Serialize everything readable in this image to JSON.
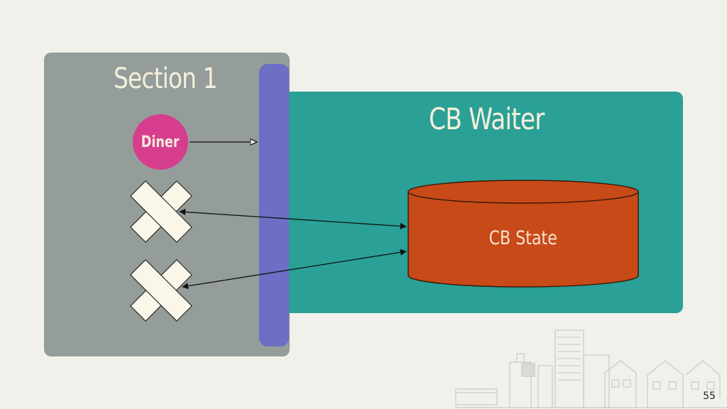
{
  "section": {
    "title": "Section 1"
  },
  "diner": {
    "label": "Diner"
  },
  "waiter": {
    "title": "CB Waiter"
  },
  "state": {
    "label": "CB State"
  },
  "slide": {
    "page_number": "55"
  },
  "colors": {
    "section_panel": "#949d9a",
    "bar": "#6c6fc4",
    "waiter_panel": "#2aa096",
    "diner": "#d63d8d",
    "state_cylinder": "#c84a18",
    "cross": "#fbf7e8"
  }
}
